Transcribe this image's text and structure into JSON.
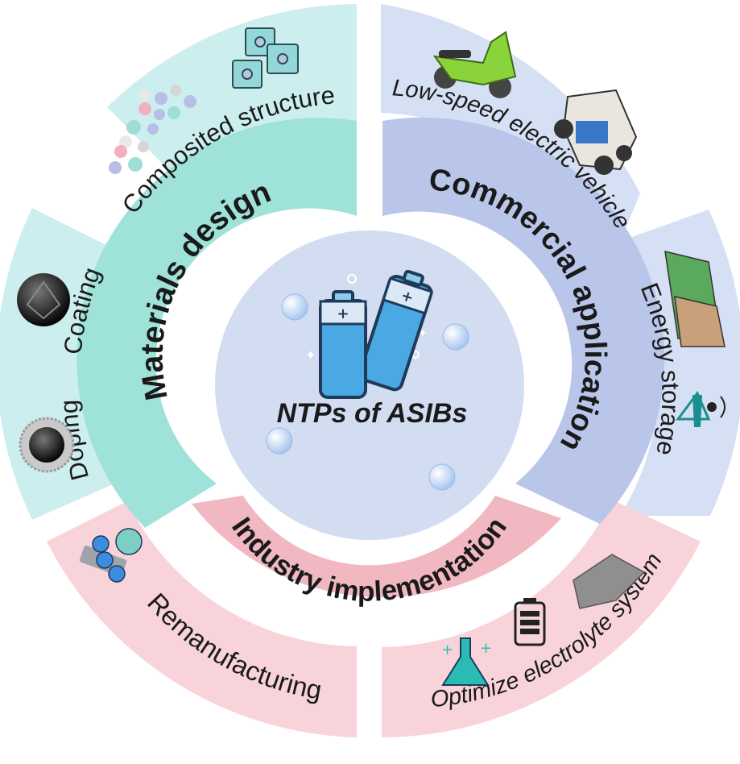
{
  "center": {
    "title": "NTPs of ASIBs"
  },
  "inner_ring": {
    "materials": "Materials design",
    "commercial": "Commercial application",
    "industry": "Industry implementation"
  },
  "outer_ring": {
    "composited": "Composited structure",
    "coating": "Coating",
    "doping": "Doping",
    "remanufacturing": "Remanufacturing",
    "electrolyte": "Optimize electrolyte system",
    "energy_storage": "Energy storage",
    "low_speed": "Low-speed electric vehicle"
  },
  "colors": {
    "teal_outer": "#cdeeee",
    "teal_inner": "#9fe2da",
    "blue_outer": "#d6e0f5",
    "blue_inner": "#b9c6ea",
    "pink_outer": "#f8d4da",
    "pink_inner": "#f1b8c1",
    "center_fill": "#d2ddf2",
    "battery_blue": "#4aa8e2"
  }
}
